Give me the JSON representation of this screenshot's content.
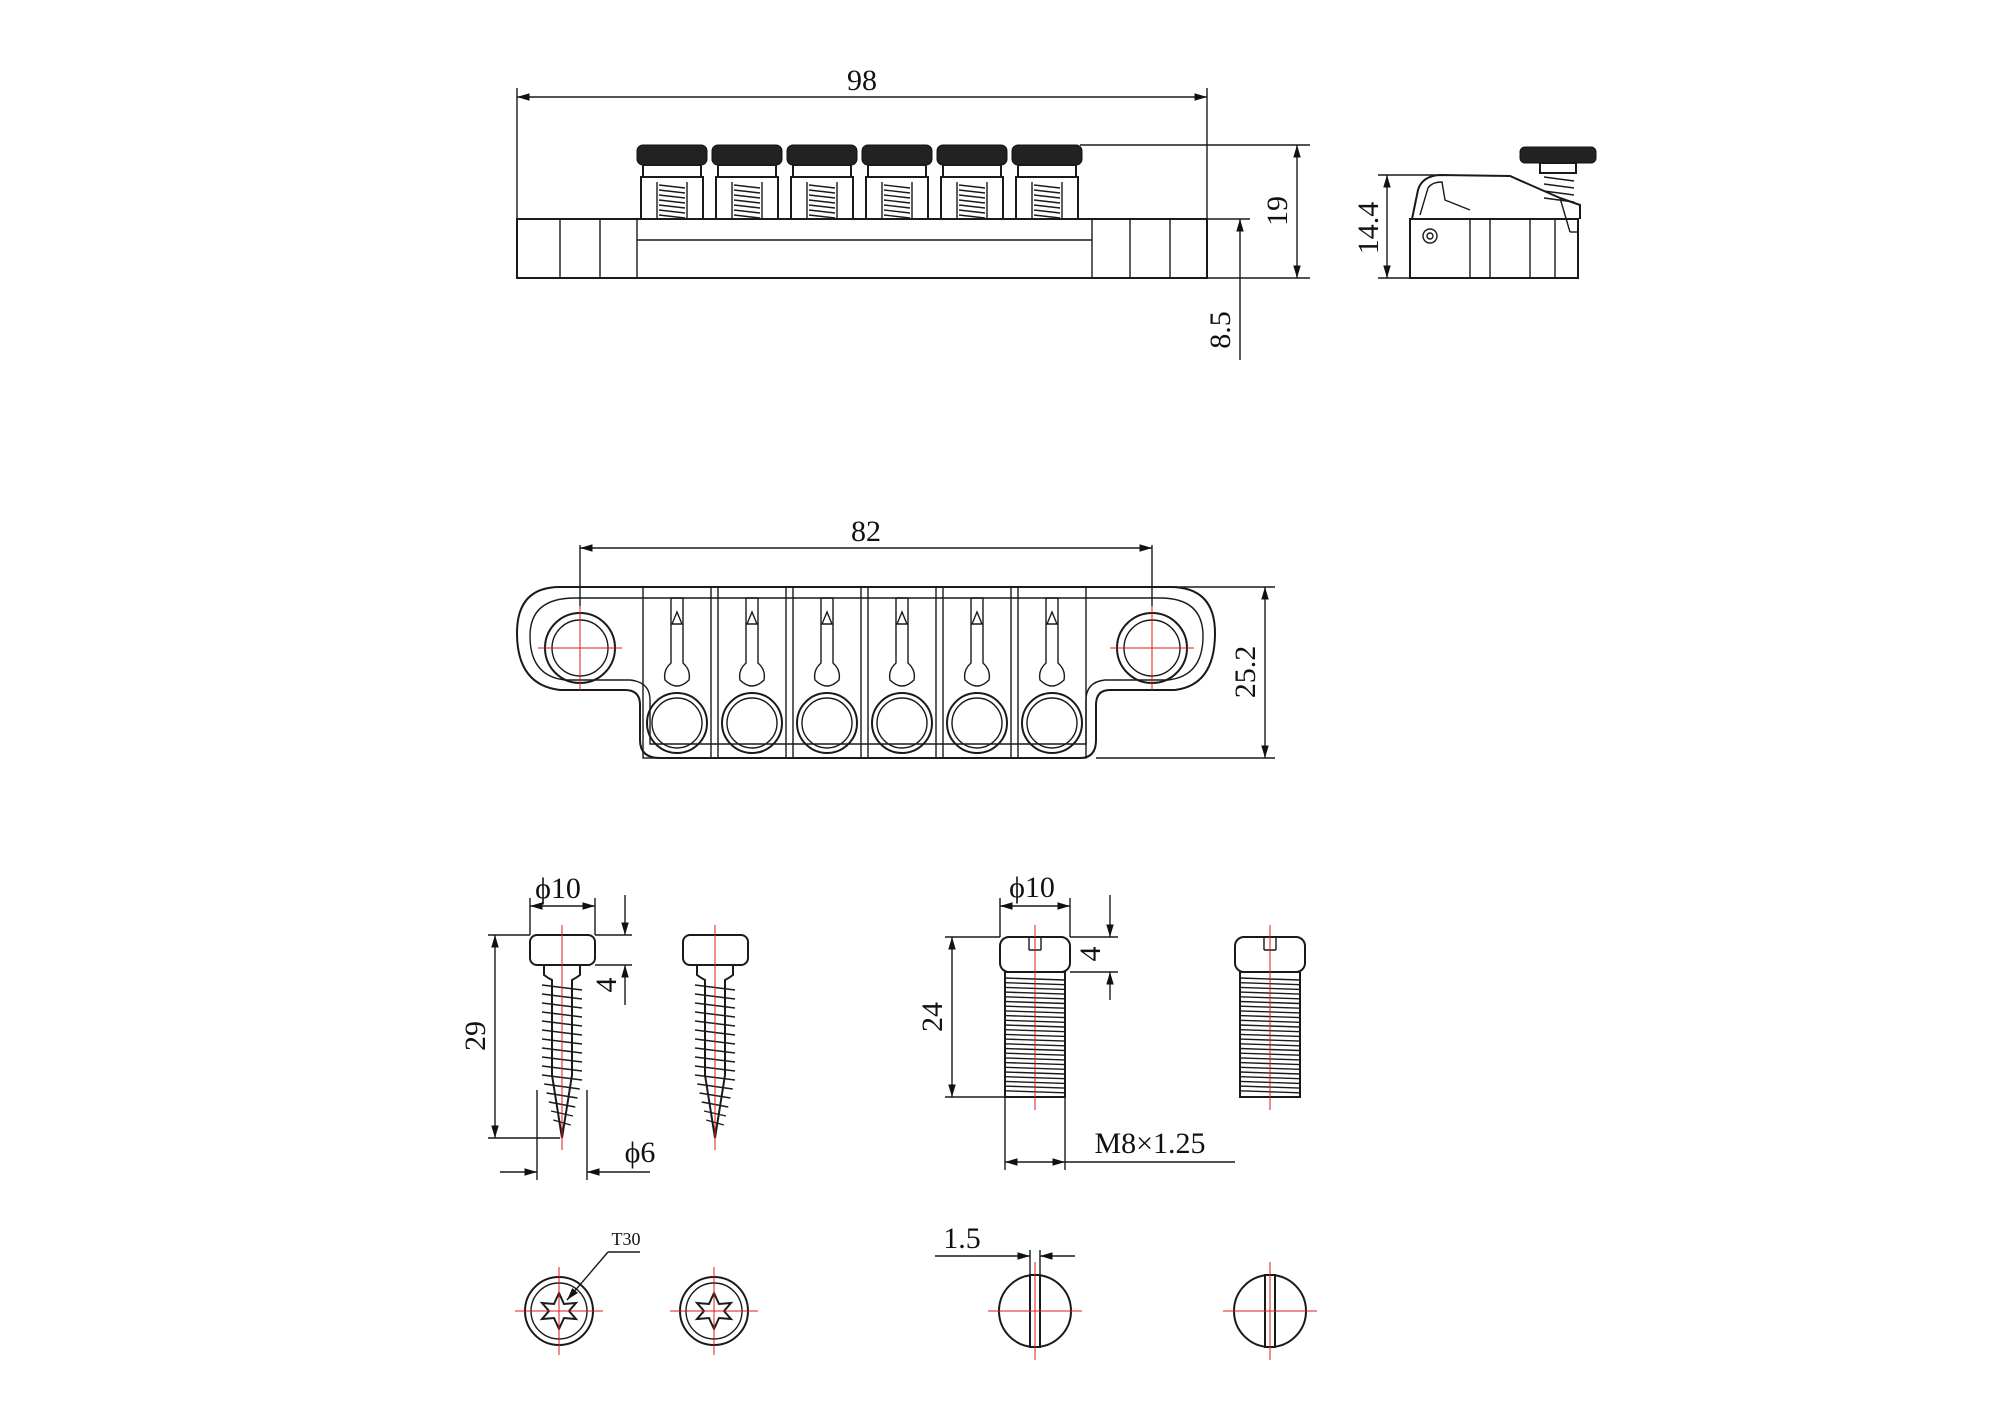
{
  "dimensions": {
    "bridge_length": "98",
    "total_height": "19",
    "base_height": "8.5",
    "side_height": "14.4",
    "stud_spacing": "82",
    "bridge_width": "25.2",
    "wood_screw_head_dia": "ϕ10",
    "wood_screw_head_height": "4",
    "wood_screw_length": "29",
    "wood_screw_thread_dia": "ϕ6",
    "stud_head_dia": "ϕ10",
    "stud_head_height": "4",
    "stud_length": "24",
    "stud_thread": "M8×1.25",
    "torx_drive": "T30",
    "slot_width": "1.5"
  },
  "colors": {
    "line": "#1a1a1a",
    "centerline": "#e01818",
    "thumbwheel": "#222222"
  },
  "icons": {
    "drive_torx": "torx-drive-icon",
    "drive_slot": "slot-drive-icon"
  }
}
